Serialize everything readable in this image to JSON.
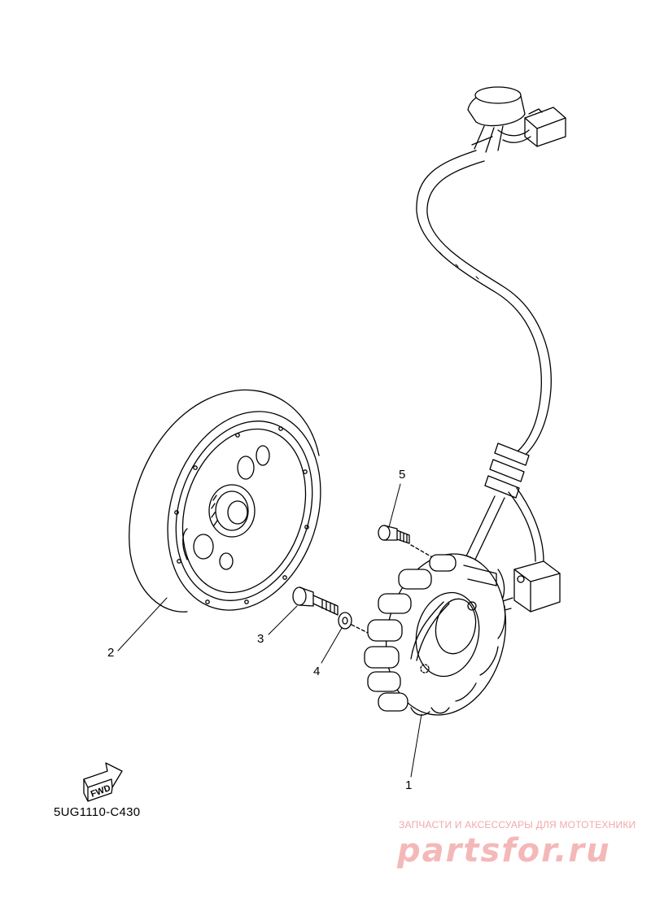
{
  "diagram": {
    "callouts": [
      {
        "label": "1",
        "part": "stator-assembly"
      },
      {
        "label": "2",
        "part": "rotor-flywheel"
      },
      {
        "label": "3",
        "part": "bolt-long"
      },
      {
        "label": "4",
        "part": "washer"
      },
      {
        "label": "5",
        "part": "bolt-short"
      }
    ],
    "fwd_label": "FWD",
    "diagram_code": "5UG1110-C430"
  },
  "watermark": {
    "tagline": "ЗАПЧАСТИ И АКСЕССУАРЫ ДЛЯ МОТОТЕХНИКИ",
    "logo_text": "PARTSFOR.RU"
  },
  "colors": {
    "line": "#000000",
    "background": "#ffffff",
    "watermark": "#f2a8a8"
  }
}
